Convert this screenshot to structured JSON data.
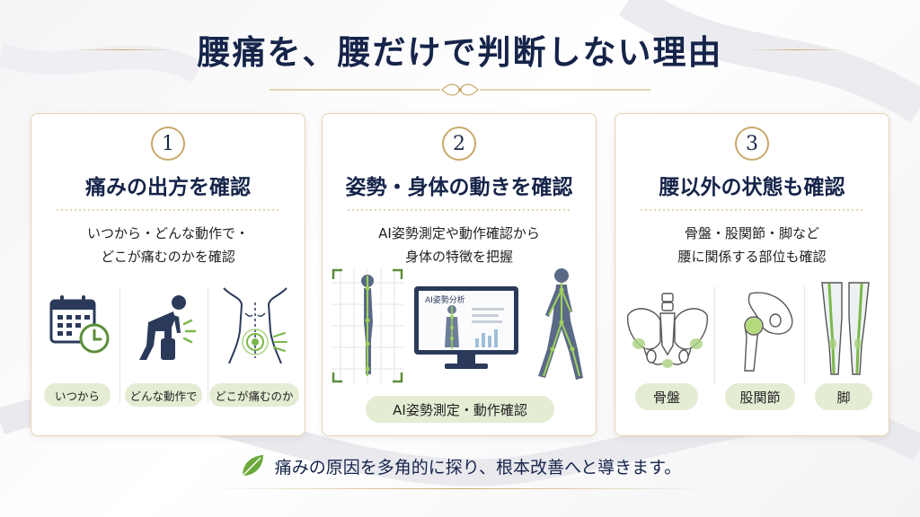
{
  "title": "腰痛を、腰だけで判断しない理由",
  "cards": [
    {
      "number": "1",
      "title": "痛みの出方を確認",
      "desc_lines": [
        "いつから・どんな動作で・",
        "どこが痛むのかを確認"
      ],
      "pills": [
        "いつから",
        "どんな動作で",
        "どこが痛むのか"
      ]
    },
    {
      "number": "2",
      "title": "姿勢・身体の動きを確認",
      "desc_lines": [
        "AI姿勢測定や動作確認から",
        "身体の特徴を把握"
      ],
      "monitor_label": "AI姿勢分析",
      "pill": "AI姿勢測定・動作確認"
    },
    {
      "number": "3",
      "title": "腰以外の状態も確認",
      "desc_lines": [
        "骨盤・股関節・脚など",
        "腰に関係する部位も確認"
      ],
      "pills": [
        "骨盤",
        "股関節",
        "脚"
      ]
    }
  ],
  "footer": "痛みの原因を多角的に探り、根本改善へと導きます。",
  "colors": {
    "navy": "#16244a",
    "gold": "#c9a96a",
    "green": "#7bb84a",
    "pill_bg": "#e4ecd3"
  },
  "icons": [
    "calendar-clock-icon",
    "bending-person-icon",
    "back-pain-icon",
    "standing-posture-icon",
    "monitor-analysis-icon",
    "walking-person-icon",
    "pelvis-icon",
    "hip-joint-icon",
    "legs-icon",
    "leaf-icon"
  ]
}
